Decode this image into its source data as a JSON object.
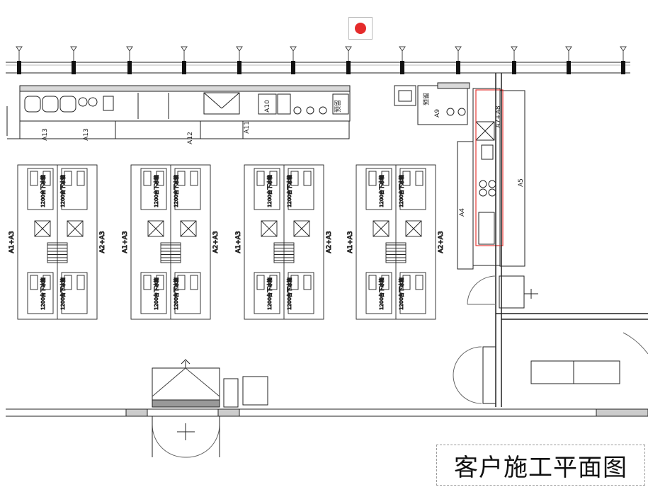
{
  "title": "客户施工平面图",
  "colors": {
    "line": "#222222",
    "accent": "#e53935",
    "grid": "#444444"
  },
  "wall_labels": [
    {
      "name": "label-a13",
      "text": "A13"
    },
    {
      "name": "label-a13b",
      "text": "A13"
    },
    {
      "name": "label-a12",
      "text": "A12"
    },
    {
      "name": "label-a11",
      "text": "A11"
    },
    {
      "name": "label-a10",
      "text": "A10"
    },
    {
      "name": "label-a9",
      "text": "A9"
    },
    {
      "name": "label-a7a8",
      "text": "A7+A8"
    },
    {
      "name": "label-a5",
      "text": "A5"
    },
    {
      "name": "label-a4",
      "text": "A4"
    },
    {
      "name": "label-reserve-1",
      "text": "预留"
    },
    {
      "name": "label-reserve-2",
      "text": "预留"
    }
  ],
  "island_labels": {
    "left": "A1+A3",
    "right": "A2+A3"
  },
  "fridge_label": "1200台下冰箱",
  "island_count": 4
}
